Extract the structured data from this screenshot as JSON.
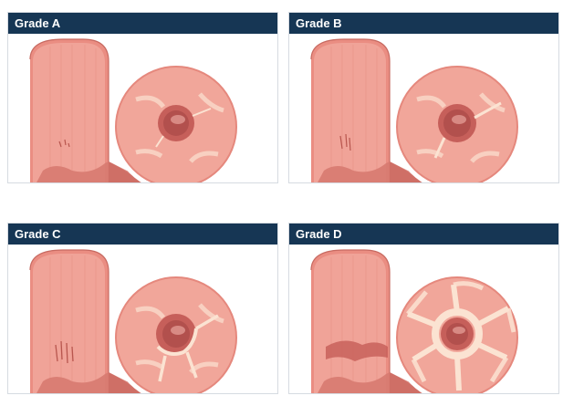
{
  "page_title": "                                                ",
  "colors": {
    "header_bg": "#163654",
    "esophagus": "#e98a80",
    "mucosa": "#f1a69a",
    "erosion": "#fbe3d2",
    "title_blue": "#0f5ea7"
  },
  "panels": [
    {
      "label": "Grade A",
      "grade": "A"
    },
    {
      "label": "Grade B",
      "grade": "B"
    },
    {
      "label": "Grade C",
      "grade": "C"
    },
    {
      "label": "Grade D",
      "grade": "D"
    }
  ]
}
